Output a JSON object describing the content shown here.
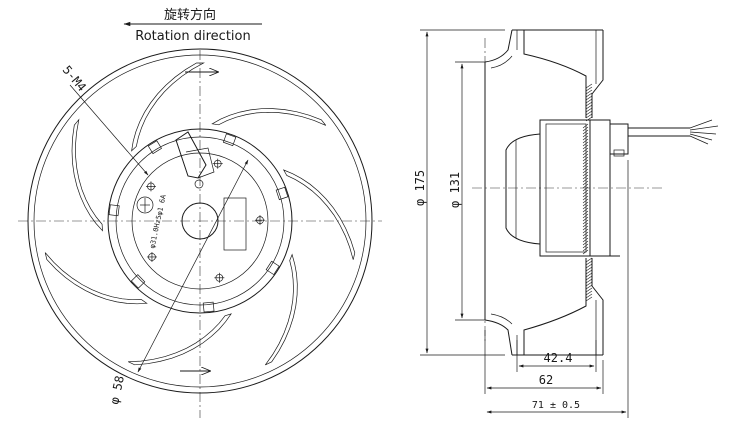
{
  "rotation": {
    "label_cn": "旋转方向",
    "label_en": "Rotation direction"
  },
  "front_view": {
    "thread_label": "5-M4",
    "hub_diameter_label": "φ 58",
    "motor_label_text": "φ31.0Hz5φ1\n6A"
  },
  "side_view": {
    "dia_outer_label": "φ 175",
    "dia_inlet_label": "φ 131",
    "depth_inner_label": "42.4",
    "depth_mid_label": "62",
    "depth_total_label": "71 ± 0.5"
  }
}
